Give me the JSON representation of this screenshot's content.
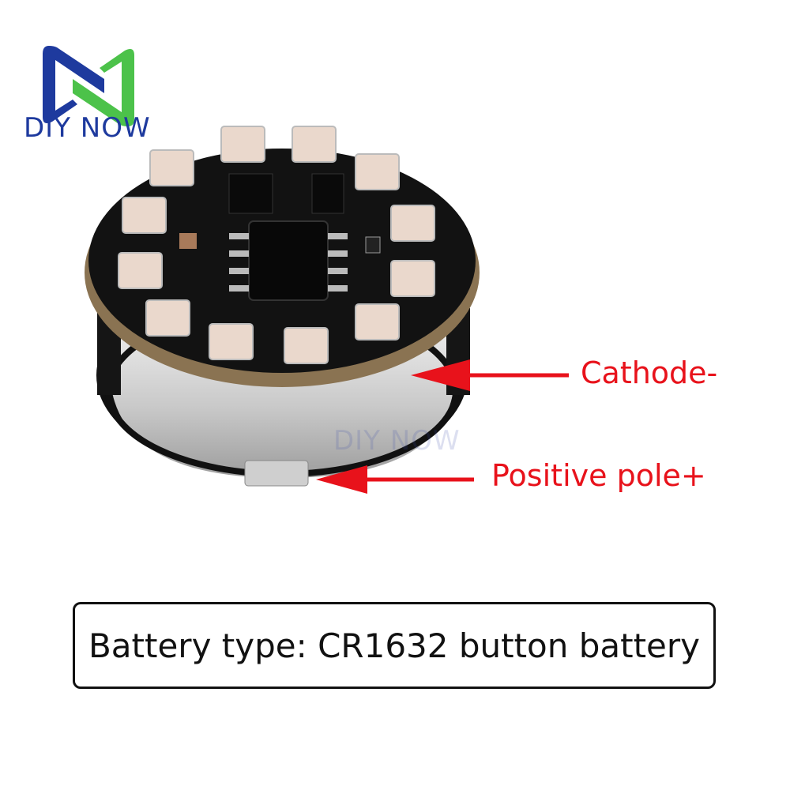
{
  "brand": {
    "name": "DIY NOW",
    "logo_icon": "diy-now-n-logo",
    "colors": {
      "blue": "#1e3a9e",
      "green": "#4cc24a"
    }
  },
  "product": {
    "description": "Round PCB with 12 RGB LEDs and SOP-8 chip mounted on button battery holder",
    "led_count": 12
  },
  "annotations": {
    "cathode": "Cathode-",
    "positive": "Positive pole+",
    "color": "#e8121b"
  },
  "watermark": "DIY NOW",
  "info_box": {
    "text": "Battery type: CR1632 button battery"
  }
}
